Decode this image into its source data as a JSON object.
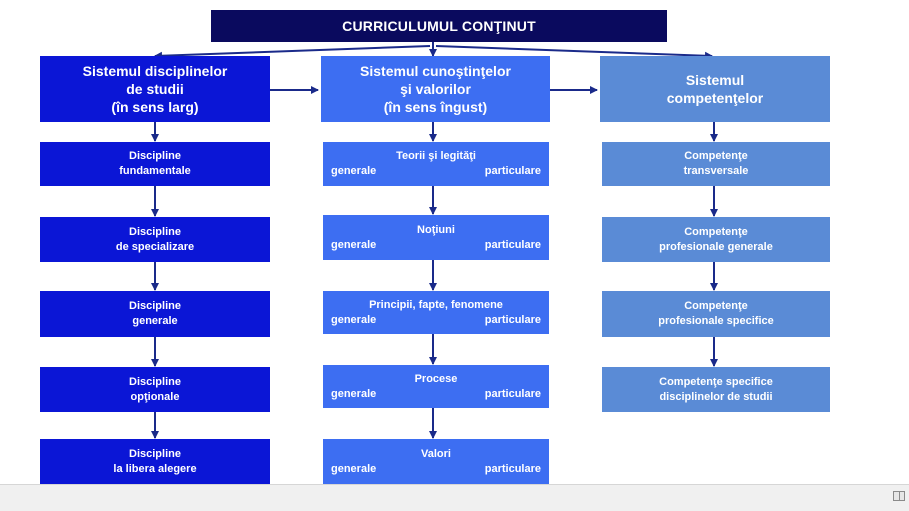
{
  "title": "CURRICULUMUL CONŢINUT",
  "columns": [
    {
      "header": [
        "Sistemul disciplinelor",
        "de studii",
        "(în sens larg)"
      ],
      "items": [
        [
          "Discipline",
          "fundamentale"
        ],
        [
          "Discipline",
          "de specializare"
        ],
        [
          "Discipline",
          "generale"
        ],
        [
          "Discipline",
          "opţionale"
        ],
        [
          "Discipline",
          "la libera alegere"
        ]
      ]
    },
    {
      "header": [
        "Sistemul cunoştinţelor",
        "şi valorilor",
        "(în sens îngust)"
      ],
      "items": [
        {
          "name": "Teorii şi legităţi",
          "left": "generale",
          "right": "particulare"
        },
        {
          "name": "Noţiuni",
          "left": "generale",
          "right": "particulare"
        },
        {
          "name": "Principii, fapte, fenomene",
          "left": "generale",
          "right": "particulare"
        },
        {
          "name": "Procese",
          "left": "generale",
          "right": "particulare"
        },
        {
          "name": "Valori",
          "left": "generale",
          "right": "particulare"
        }
      ]
    },
    {
      "header": [
        "Sistemul",
        "competenţelor"
      ],
      "items": [
        [
          "Competenţe",
          "transversale"
        ],
        [
          "Competenţe",
          "profesionale generale"
        ],
        [
          "Competenţe",
          "profesionale specifice"
        ],
        [
          "Competenţe specifice",
          "disciplinelor de studii"
        ]
      ]
    }
  ],
  "colors": {
    "title_bg": "#0a0a5e",
    "column1": "#0b16d6",
    "column2": "#3d6ef2",
    "column3": "#5a8bd6",
    "arrows": "#1a2a8a"
  },
  "statusbar_icon": "book-icon"
}
